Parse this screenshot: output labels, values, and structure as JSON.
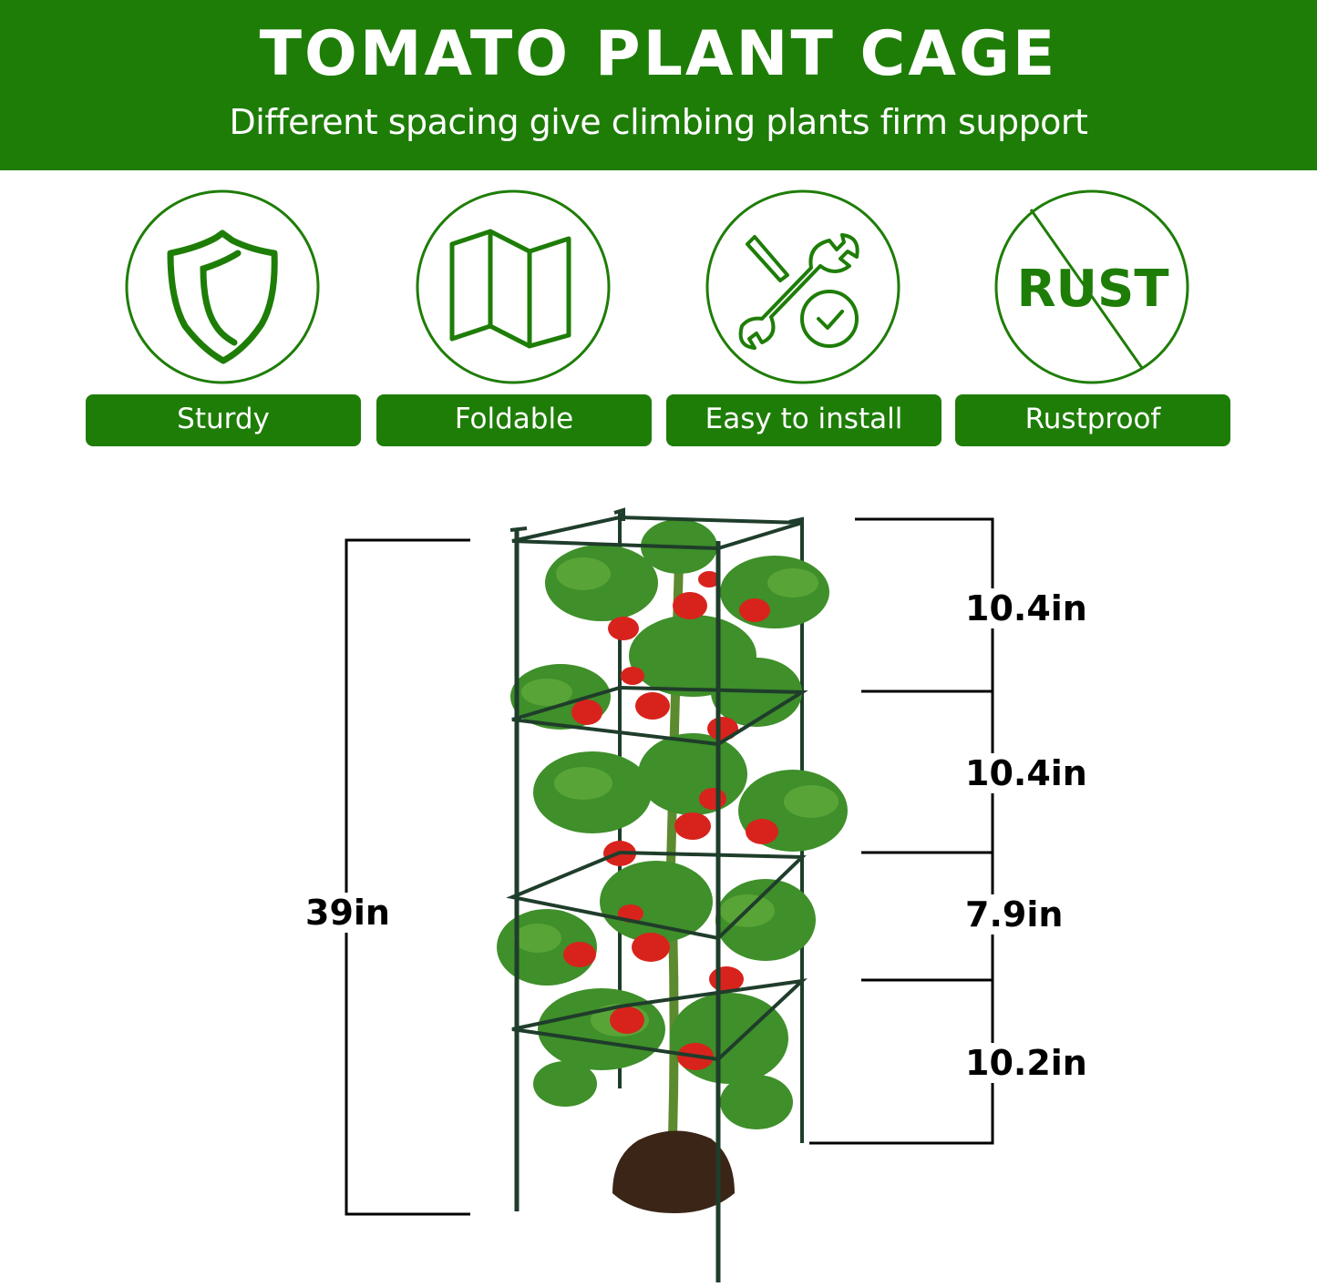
{
  "banner": {
    "title": "TOMATO PLANT CAGE",
    "subtitle": "Different spacing give climbing plants firm support",
    "background_color": "#1e7d07",
    "text_color": "#ffffff"
  },
  "features": [
    {
      "icon": "shield-icon",
      "label": "Sturdy"
    },
    {
      "icon": "folded-map-icon",
      "label": "Foldable"
    },
    {
      "icon": "tools-check-icon",
      "label": "Easy to install"
    },
    {
      "icon": "no-rust-icon",
      "label": "Rustproof",
      "icon_text": "RUST"
    }
  ],
  "dimensions": {
    "total_height": "39in",
    "sections": [
      "10.4in",
      "10.4in",
      "7.9in",
      "10.2in"
    ]
  },
  "product_image": {
    "description": "Green metal tomato cage with four support rings around a fruiting tomato plant in soil"
  }
}
